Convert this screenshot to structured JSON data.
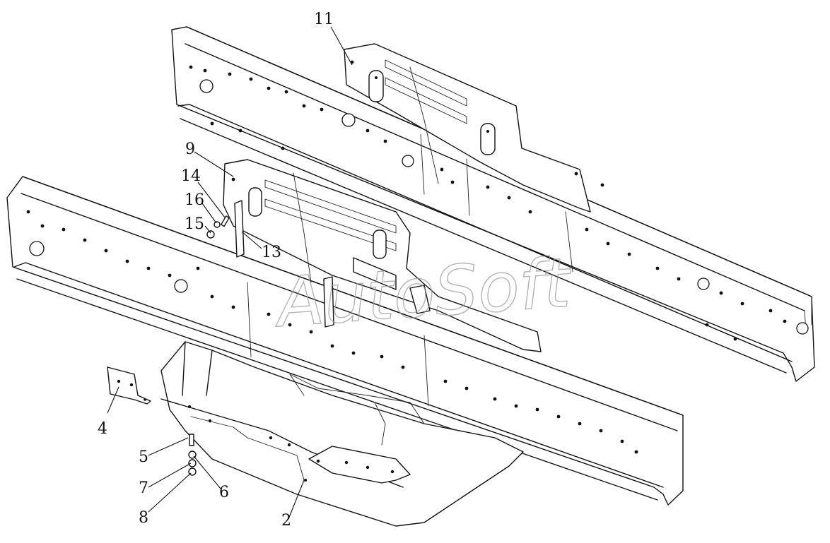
{
  "watermark": "AutoSoft",
  "callouts": [
    {
      "id": "11",
      "label": "11"
    },
    {
      "id": "9",
      "label": "9"
    },
    {
      "id": "14",
      "label": "14"
    },
    {
      "id": "16",
      "label": "16"
    },
    {
      "id": "15",
      "label": "15"
    },
    {
      "id": "13",
      "label": "13"
    },
    {
      "id": "4",
      "label": "4"
    },
    {
      "id": "5",
      "label": "5"
    },
    {
      "id": "7",
      "label": "7"
    },
    {
      "id": "6",
      "label": "6"
    },
    {
      "id": "8",
      "label": "8"
    },
    {
      "id": "2",
      "label": "2"
    }
  ]
}
